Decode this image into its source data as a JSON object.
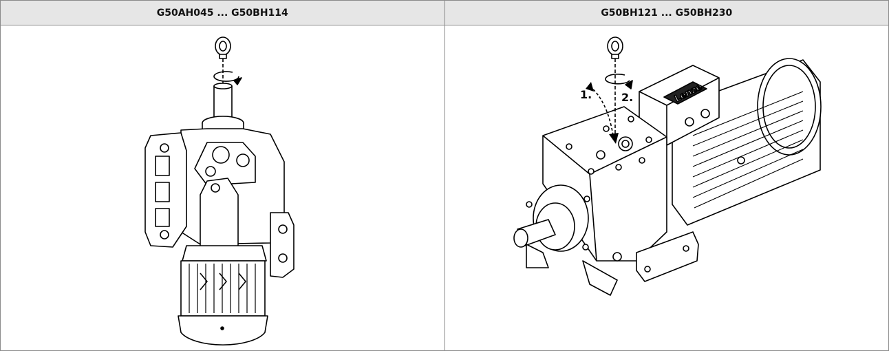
{
  "table": {
    "columns": [
      {
        "header": "G50AH045 ... G50BH114",
        "illustration": "shaft-mounted gearbox with motor, eye bolt screwed into top shaft"
      },
      {
        "header": "G50BH121 ... G50BH230",
        "illustration": "foot-mounted helical gearbox with motor and inverter, eye bolt screwed into housing",
        "step_labels": [
          "1.",
          "2."
        ],
        "brand_logo": "Lenze"
      }
    ]
  }
}
